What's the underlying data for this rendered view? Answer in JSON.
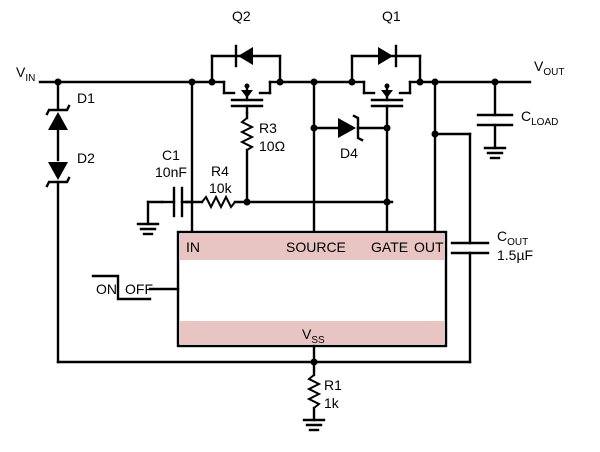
{
  "labels": {
    "vin_main": "V",
    "vin_sub": "IN",
    "vout_main": "V",
    "vout_sub": "OUT",
    "q1": "Q1",
    "q2": "Q2",
    "d1": "D1",
    "d2": "D2",
    "d4": "D4",
    "r3_name": "R3",
    "r3_value": "10Ω",
    "r4_name": "R4",
    "r4_value": "10k",
    "c1_name": "C1",
    "c1_value": "10nF",
    "cload_main": "C",
    "cload_sub": "LOAD",
    "cout_main": "C",
    "cout_sub": "OUT",
    "cout_value": "1.5µF",
    "r1_name": "R1",
    "r1_value": "1k",
    "on_label": "ON",
    "off_label": "OFF"
  },
  "ic": {
    "pin_in": "IN",
    "pin_source": "SOURCE",
    "pin_gate": "GATE",
    "pin_out": "OUT",
    "vss_main": "V",
    "vss_sub": "SS",
    "band_color": "#e8c4c2"
  }
}
